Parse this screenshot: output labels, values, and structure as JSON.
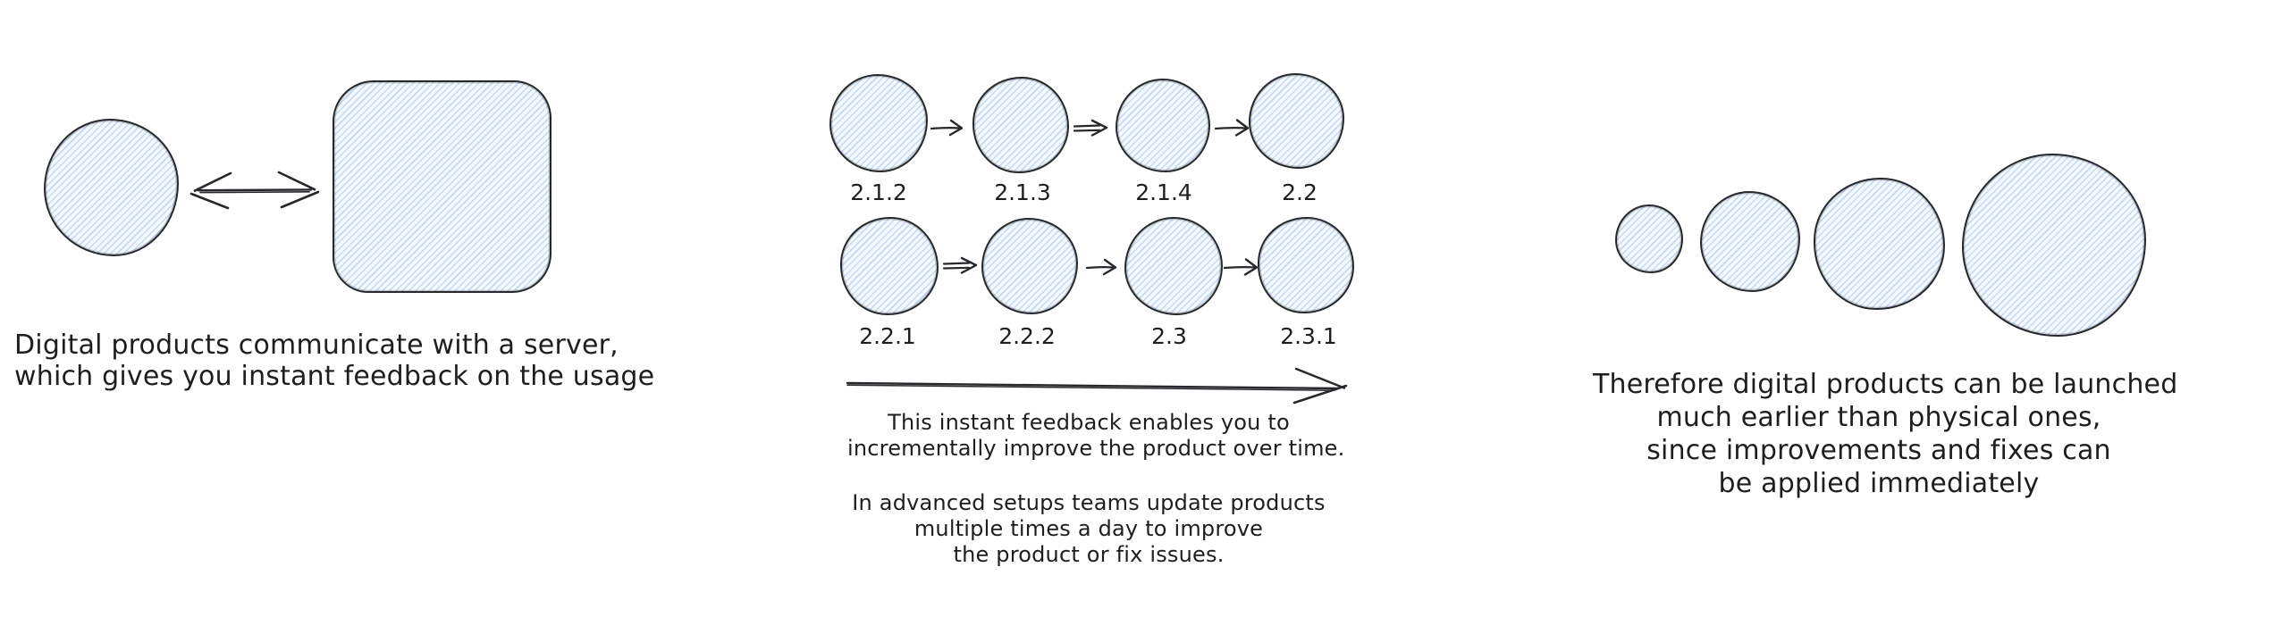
{
  "background": "#ffffff",
  "colors": {
    "stroke": "#26282b",
    "hatch_line": "#b5d1f0",
    "fill_tint": "#deecfb",
    "text": "#1e1e1e"
  },
  "icons": {
    "bidirectional_arrow": "↔",
    "arrow_right": "→",
    "double_arrow_right": "⇒",
    "timeline_arrow": "⟶"
  },
  "left_panel": {
    "caption": [
      "Digital products communicate with a server,",
      "which gives you instant feedback on the usage"
    ]
  },
  "middle_panel": {
    "row1_labels": [
      "2.1.2",
      "2.1.3",
      "2.1.4",
      "2.2"
    ],
    "row2_labels": [
      "2.2.1",
      "2.2.2",
      "2.3",
      "2.3.1"
    ],
    "caption1": [
      "This instant feedback enables you to",
      "incrementally improve the product over time."
    ],
    "caption2": [
      "In advanced setups teams update products",
      "multiple times a day to improve",
      "the product or fix issues."
    ]
  },
  "right_panel": {
    "caption": [
      "Therefore digital products can be launched",
      "much earlier than physical ones,",
      "since improvements and fixes can",
      "be applied immediately"
    ]
  }
}
